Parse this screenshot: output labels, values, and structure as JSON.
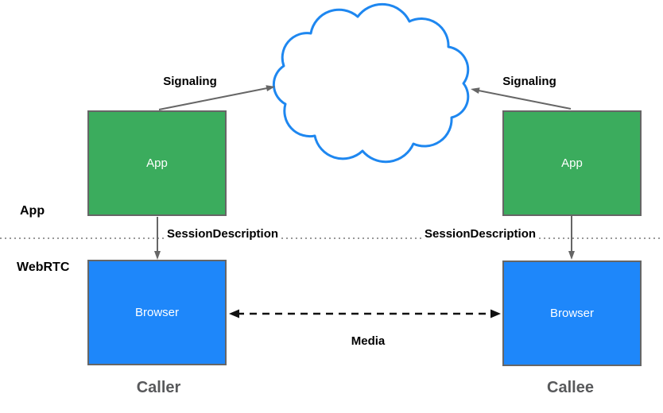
{
  "diagram_type": "webrtc-signaling-architecture",
  "nodes": {
    "app_left": {
      "label": "App"
    },
    "app_right": {
      "label": "App"
    },
    "browser_left": {
      "label": "Browser"
    },
    "browser_right": {
      "label": "Browser"
    },
    "cloud": {
      "label": "",
      "shape": "cloud"
    }
  },
  "edges": {
    "signaling_left": {
      "label": "Signaling",
      "from": "app_left",
      "to": "cloud",
      "style": "solid-arrow"
    },
    "signaling_right": {
      "label": "Signaling",
      "from": "app_right",
      "to": "cloud",
      "style": "solid-arrow"
    },
    "session_left": {
      "label": "SessionDescription",
      "from": "app_left",
      "to": "browser_left",
      "style": "solid-arrow"
    },
    "session_right": {
      "label": "SessionDescription",
      "from": "app_right",
      "to": "browser_right",
      "style": "solid-arrow"
    },
    "media": {
      "label": "Media",
      "from": "browser_left",
      "to": "browser_right",
      "style": "dashed-double-arrow"
    }
  },
  "layers": {
    "app_layer_label": "App",
    "webrtc_layer_label": "WebRTC"
  },
  "roles": {
    "caller_label": "Caller",
    "callee_label": "Callee"
  },
  "colors": {
    "app_node_fill": "#3BAC5D",
    "browser_node_fill": "#1E87FA",
    "node_border": "#666666",
    "cloud_stroke": "#1E87F0",
    "arrow_gray": "#666666",
    "media_arrow": "#111111",
    "divider_dots": "#999999",
    "role_text": "#58595B",
    "node_text": "#FFFFFF",
    "label_text": "#000000"
  }
}
